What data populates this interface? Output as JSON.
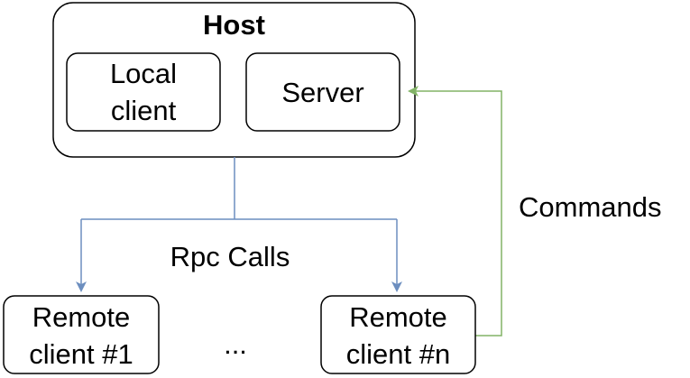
{
  "host": {
    "title": "Host",
    "local_client_line1": "Local",
    "local_client_line2": "client",
    "server": "Server"
  },
  "remote_clients": [
    {
      "line1": "Remote",
      "line2": "client #1"
    },
    {
      "line1": "Remote",
      "line2": "client #n"
    }
  ],
  "ellipsis": "...",
  "edges": {
    "rpc_label": "Rpc Calls",
    "commands_label": "Commands"
  },
  "colors": {
    "rpc_edge": "#6c8ebf",
    "commands_edge": "#82b366",
    "box_stroke": "#000000"
  }
}
